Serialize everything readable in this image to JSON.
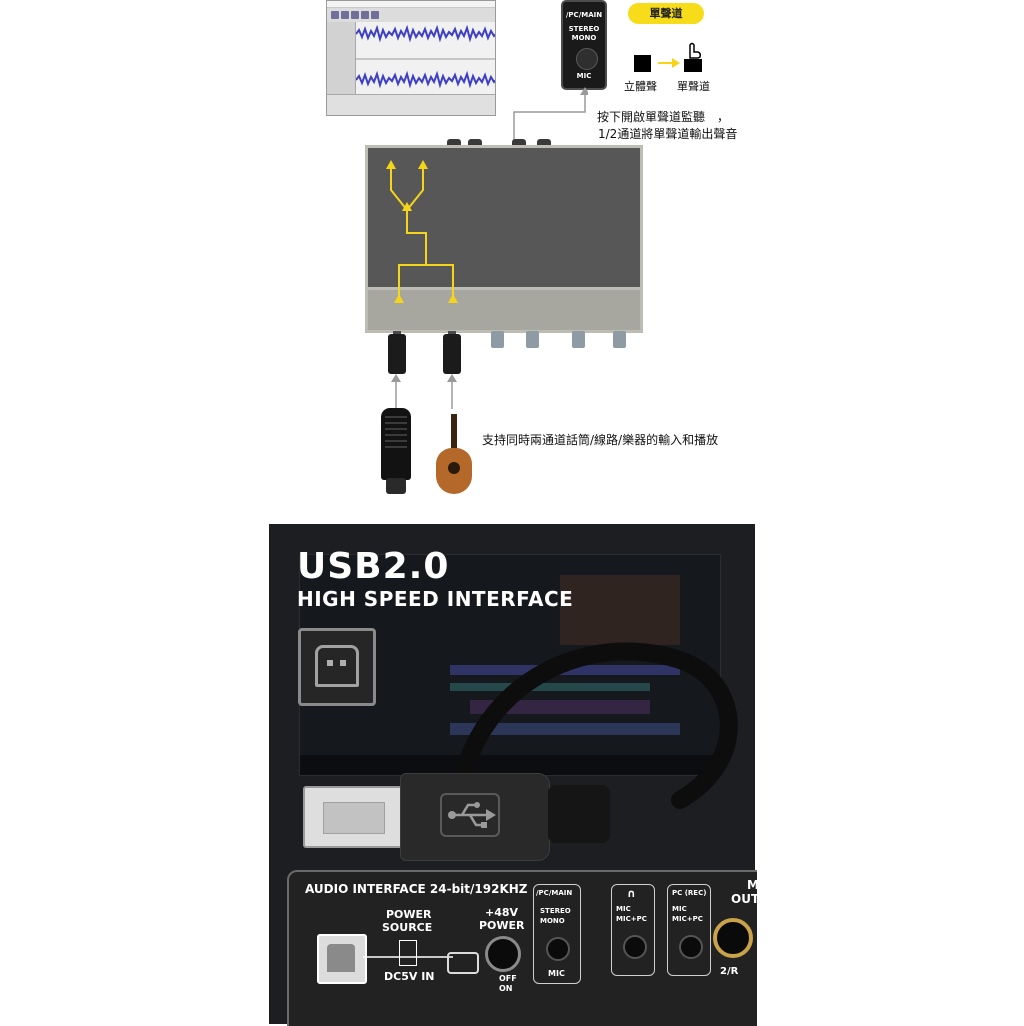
{
  "top": {
    "mode_pill": "單聲道",
    "stereo_label": "立體聲",
    "mono_label": "單聲道",
    "mono_note_line1": "按下開啟單聲道監聽　，",
    "mono_note_line2": "1/2通道將單聲道輸出聲音",
    "dual_input_note": "支持同時兩通道話筒/線路/樂器的輸入和播放",
    "selector": {
      "top": "/PC/MAIN",
      "stereo": "STEREO",
      "mono": "MONO",
      "bottom": "MIC"
    }
  },
  "bottom": {
    "headline": "USB2.0",
    "subheadline": "HIGH SPEED INTERFACE",
    "panel": {
      "model": "AUDIO INTERFACE  24-bit/192KHZ",
      "power_source_1": "POWER",
      "power_source_2": "SOURCE",
      "dc_in": "DC5V IN",
      "phantom_1": "+48V",
      "phantom_2": "POWER",
      "off": "OFF",
      "on": "ON",
      "sw1_top": "/PC/MAIN",
      "sw1_stereo": "STEREO",
      "sw1_mono": "MONO",
      "sw1_bottom": "MIC",
      "sw2_mic": "MIC",
      "sw2_micpc": "MIC+PC",
      "sw3_top": "PC (REC)",
      "sw3_mic": "MIC",
      "sw3_micpc": "MIC+PC",
      "out_1": "M",
      "out_2": "OUT",
      "out_bottom": "2/R"
    }
  },
  "colors": {
    "signal_yellow": "#f5d41a",
    "pill_yellow": "#f7dc19",
    "device_top": "#575757",
    "device_front": "#a7a7a0",
    "dark_bg": "#1d1e21"
  }
}
